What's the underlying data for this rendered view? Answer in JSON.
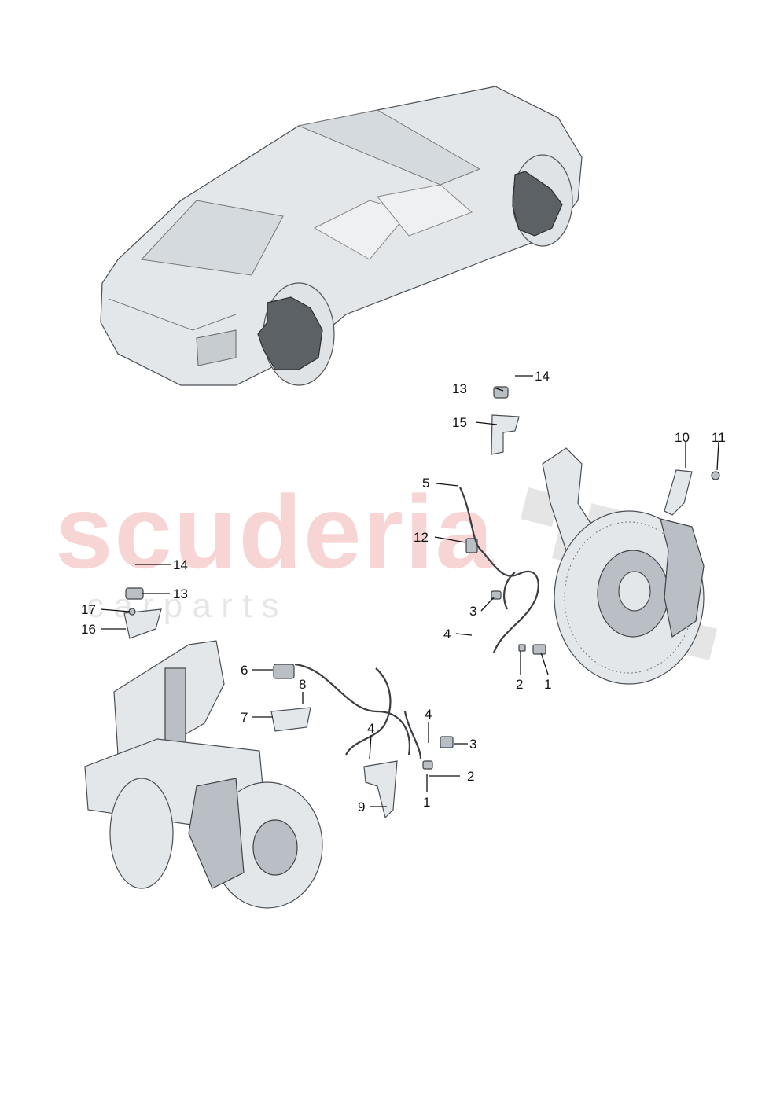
{
  "watermark": {
    "brand": "scuderia",
    "tagline": "c a r   p a r t s"
  },
  "callouts": [
    {
      "id": "c14a",
      "label": "14"
    },
    {
      "id": "c13a",
      "label": "13"
    },
    {
      "id": "c15",
      "label": "15"
    },
    {
      "id": "c10",
      "label": "10"
    },
    {
      "id": "c11",
      "label": "11"
    },
    {
      "id": "c5",
      "label": "5"
    },
    {
      "id": "c12",
      "label": "12"
    },
    {
      "id": "c3a",
      "label": "3"
    },
    {
      "id": "c4a",
      "label": "4"
    },
    {
      "id": "c2a",
      "label": "2"
    },
    {
      "id": "c1a",
      "label": "1"
    },
    {
      "id": "c14b",
      "label": "14"
    },
    {
      "id": "c13b",
      "label": "13"
    },
    {
      "id": "c17",
      "label": "17"
    },
    {
      "id": "c16",
      "label": "16"
    },
    {
      "id": "c6",
      "label": "6"
    },
    {
      "id": "c8",
      "label": "8"
    },
    {
      "id": "c7",
      "label": "7"
    },
    {
      "id": "c4b",
      "label": "4"
    },
    {
      "id": "c4c",
      "label": "4"
    },
    {
      "id": "c3b",
      "label": "3"
    },
    {
      "id": "c2b",
      "label": "2"
    },
    {
      "id": "c9",
      "label": "9"
    },
    {
      "id": "c1b",
      "label": "1"
    }
  ],
  "colors": {
    "watermark_red": "#f3b4b4",
    "part_fill": "#e4e7ea",
    "part_stroke": "#4a4f55",
    "highlight": "#5c6166"
  },
  "icons": [
    "car-illustration",
    "rear-wheel-hub",
    "front-wheel-hub",
    "sensor-bracket",
    "wiring-harness"
  ]
}
